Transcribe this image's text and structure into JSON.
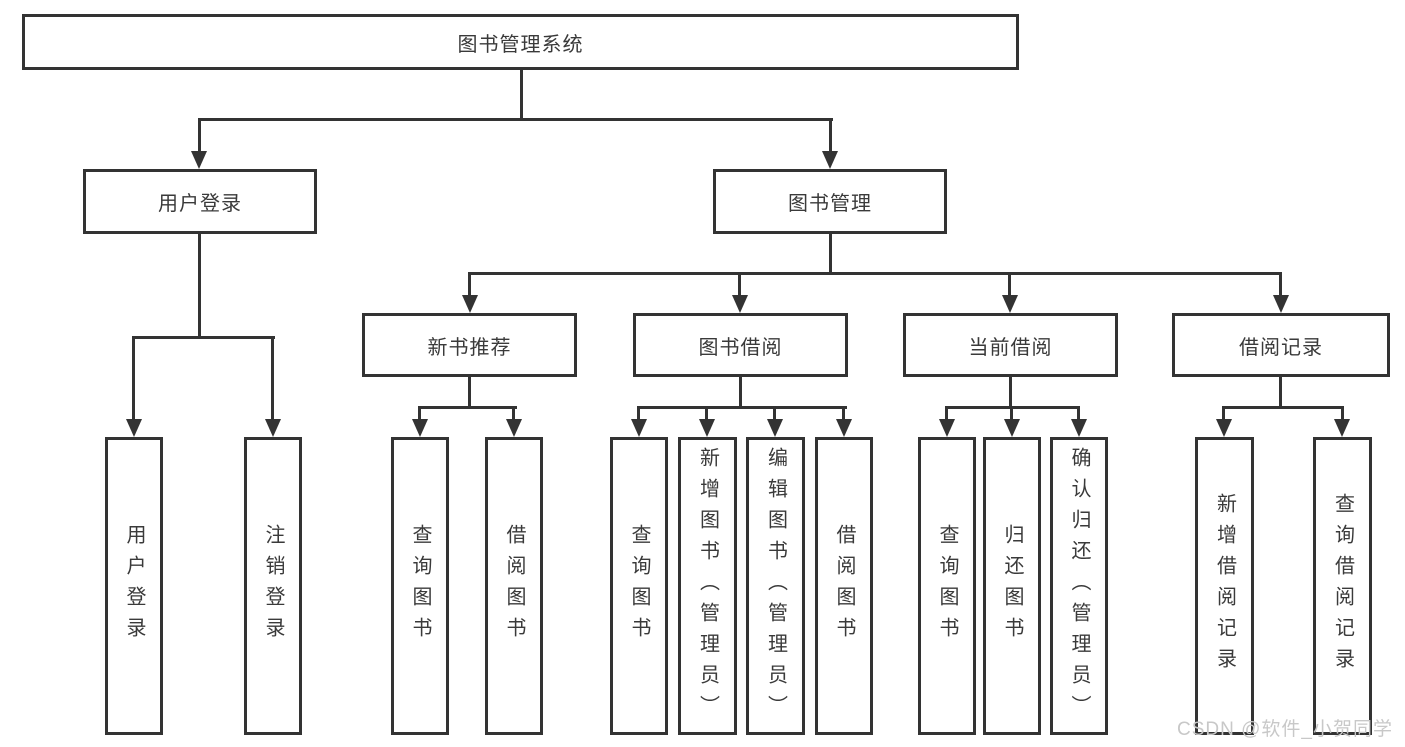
{
  "diagram": {
    "title": "图书管理系统",
    "branches": {
      "user_login": {
        "label": "用户登录",
        "children": [
          "用户登录",
          "注销登录"
        ]
      },
      "book_management": {
        "label": "图书管理",
        "sections": [
          {
            "label": "新书推荐",
            "children": [
              "查询图书",
              "借阅图书"
            ]
          },
          {
            "label": "图书借阅",
            "children": [
              "查询图书",
              "新增图书（管理员）",
              "编辑图书（管理员）",
              "借阅图书"
            ]
          },
          {
            "label": "当前借阅",
            "children": [
              "查询图书",
              "归还图书",
              "确认归还（管理员）"
            ]
          },
          {
            "label": "借阅记录",
            "children": [
              "新增借阅记录",
              "查询借阅记录"
            ]
          }
        ]
      }
    }
  },
  "watermark": {
    "text": "CSDN @软件_小贺同学"
  },
  "colors": {
    "line": "#333333",
    "text": "#3a3a3a",
    "background": "#ffffff",
    "watermark": "#c8c8c8"
  }
}
